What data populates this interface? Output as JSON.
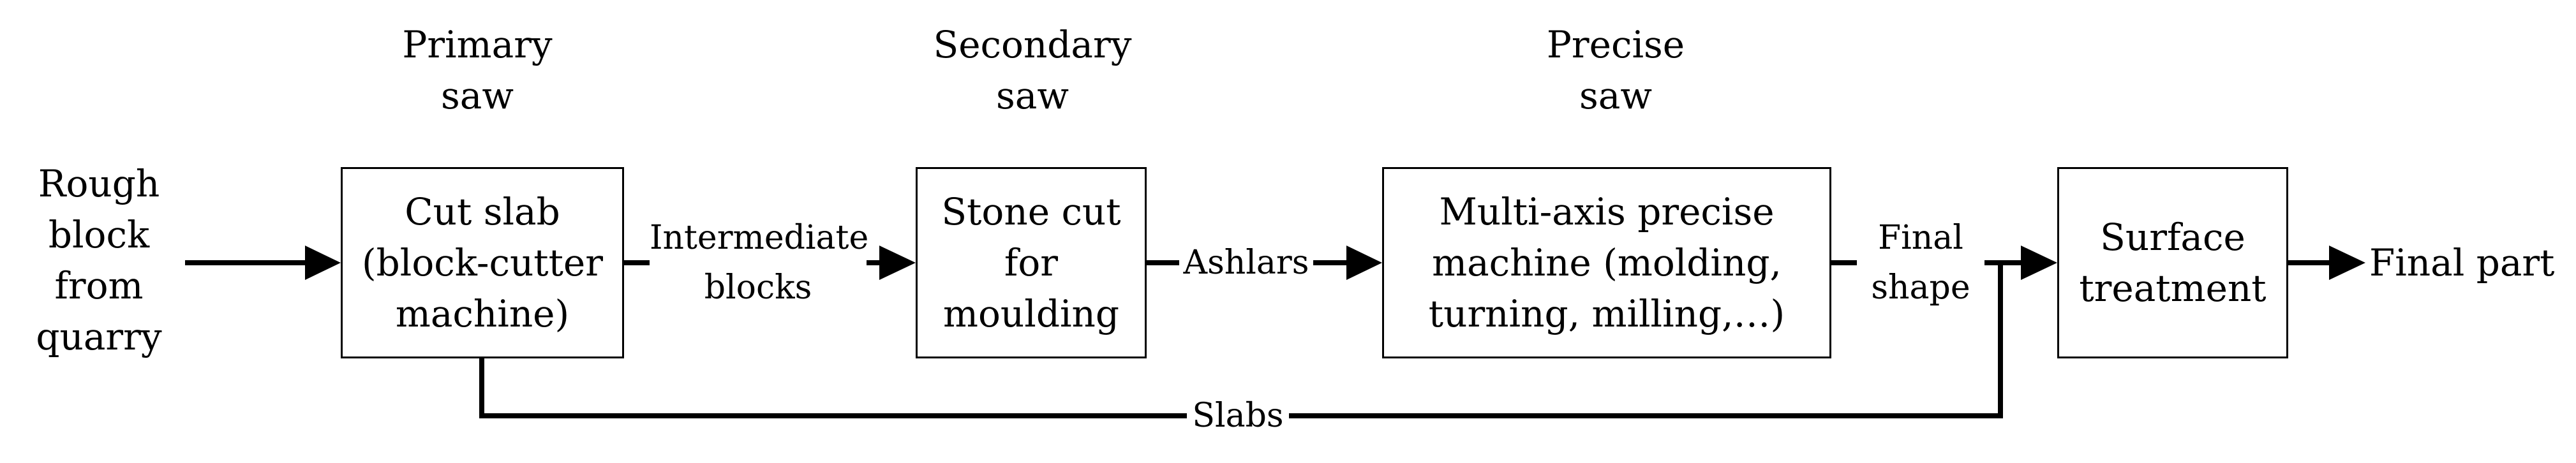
{
  "labels": {
    "primary_saw": "Primary\nsaw",
    "secondary_saw": "Secondary\nsaw",
    "precise_saw": "Precise\nsaw",
    "input": "Rough\nblock\nfrom\nquarry",
    "output": "Final part"
  },
  "boxes": {
    "cut_slab": "Cut slab\n(block-cutter\nmachine)",
    "stone_cut": "Stone cut\nfor\nmoulding",
    "multi_axis": "Multi-axis precise\nmachine (molding,\nturning, milling,…)",
    "surface_treatment": "Surface\ntreatment"
  },
  "edges": {
    "intermediate_blocks": "Intermediate\nblocks",
    "ashlars": "Ashlars",
    "final_shape": "Final\nshape",
    "slabs": "Slabs"
  },
  "colors": {
    "stroke": "#000000",
    "background": "#ffffff"
  }
}
